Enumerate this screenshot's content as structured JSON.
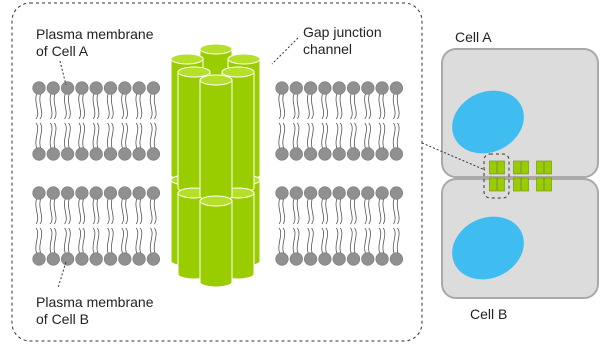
{
  "labels": {
    "membrane_a": "Plasma membrane\nof Cell A",
    "membrane_b": "Plasma membrane\nof Cell B",
    "gap_junction": "Gap junction\nchannel",
    "cell_a": "Cell A",
    "cell_b": "Cell B"
  },
  "colors": {
    "channel_fill": "#9acd00",
    "channel_top": "#b5e02a",
    "channel_stroke": "#ffffff",
    "lipid_head": "#909090",
    "lipid_tail": "#555555",
    "cell_fill": "#dcdcdc",
    "cell_stroke": "#a9a9a9",
    "nucleus": "#3fbcf0",
    "dashed": "#333333"
  }
}
